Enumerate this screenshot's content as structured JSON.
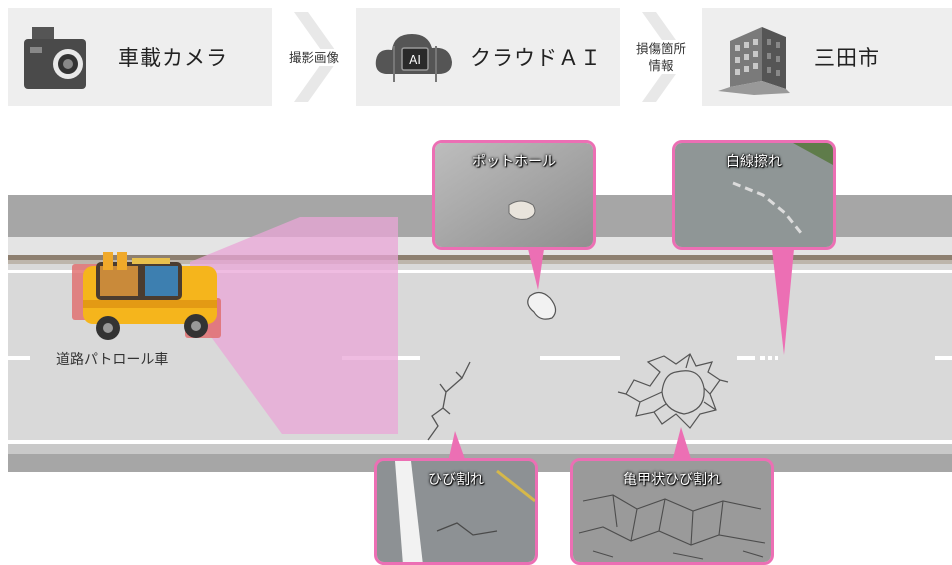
{
  "flow": {
    "dashcam_label": "車載カメラ",
    "arrow1_text": "撮影画像",
    "cloud_label": "クラウドＡＩ",
    "cloud_badge": "AI",
    "arrow2_line1": "損傷箇所",
    "arrow2_line2": "情報",
    "city_label": "三田市"
  },
  "road": {
    "patrol_car_label": "道路パトロール車"
  },
  "callouts": {
    "pothole": "ポットホール",
    "line_wear": "白線擦れ",
    "crack": "ひび割れ",
    "alligator_crack": "亀甲状ひび割れ"
  },
  "colors": {
    "accent_pink": "#ec6fb4",
    "road_gray": "#d9d9d9",
    "shoulder_gray": "#a6a6a6",
    "car_yellow": "#f5b51c"
  }
}
